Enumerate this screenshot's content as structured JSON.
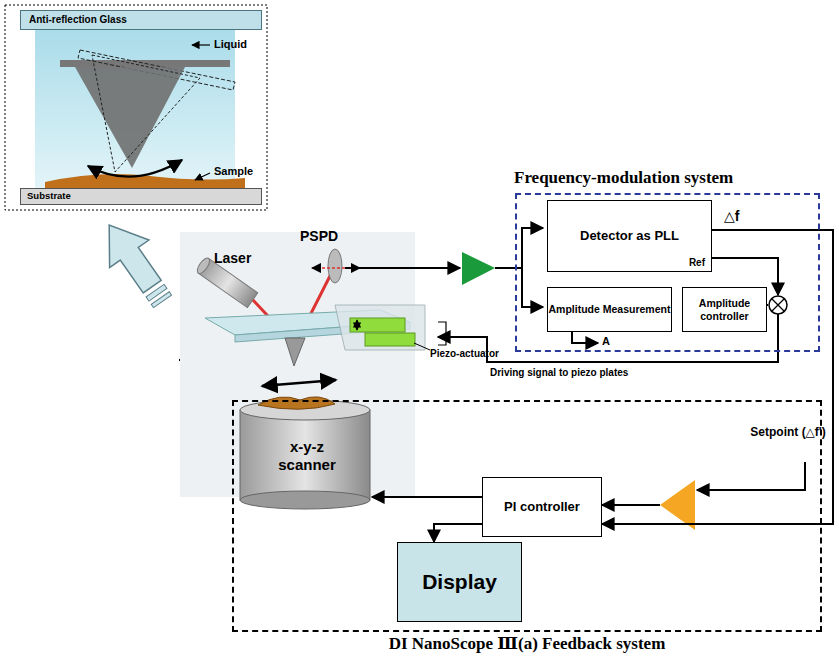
{
  "diagram": {
    "nodes": [
      {
        "text": [
          "Frequency-modulation system"
        ]
      },
      {
        "text": [
          "Detector as PLL",
          "Ref"
        ],
        "in": 0
      },
      {
        "text": [
          "Amplitude Measurement"
        ],
        "in": 0
      },
      {
        "text": [
          "Amplitude controller"
        ],
        "in": 0
      },
      {
        "text": [
          "DI NanoScope Ⅲ(a) Feedback system"
        ]
      },
      {
        "text": [
          "PI controller"
        ],
        "in": 4
      },
      {
        "text": [
          "Display"
        ],
        "in": 4
      },
      {
        "text": [
          "x-y-z scanner"
        ],
        "in": 4
      },
      {
        "text": [
          "Anti-reflection Glass"
        ]
      },
      {
        "text": [
          "Substrate"
        ]
      }
    ],
    "edges": [
      {
        "from": 1,
        "to": 5,
        "arrow": "to",
        "label": "△f"
      },
      {
        "from": 5,
        "to": 7,
        "arrow": "to"
      },
      {
        "from": 5,
        "to": 6,
        "arrow": "to"
      }
    ],
    "labels": [
      "Liquid",
      "Sample",
      "Laser",
      "PSPD",
      "Piezo-actuator",
      "Driving signal to piezo plates",
      "A",
      "Setpoint (△f')"
    ]
  }
}
